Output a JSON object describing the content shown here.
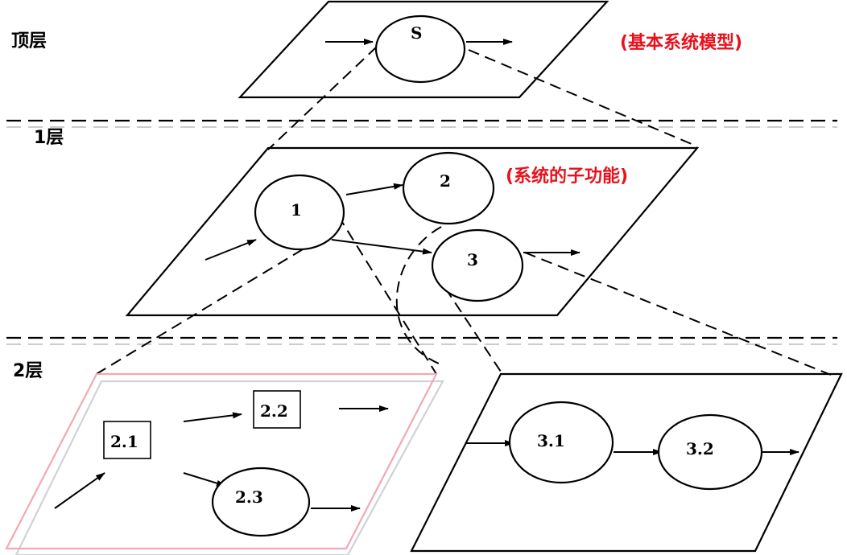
{
  "layers": {
    "top": "顶层",
    "level1": "1层",
    "level2": "2层"
  },
  "annotations": {
    "top_note": "(基本系统模型)",
    "level1_note": "(系统的子功能)"
  },
  "nodes": {
    "s": "S",
    "n1": "1",
    "n2": "2",
    "n3": "3",
    "n2_1": "2.1",
    "n2_2": "2.2",
    "n2_3": "2.3",
    "n3_1": "3.1",
    "n3_2": "3.2"
  },
  "colors": {
    "annotation": "#e8111c",
    "highlight_plane": "#f2a8b4",
    "shadow_plane": "#cfd2d6"
  }
}
